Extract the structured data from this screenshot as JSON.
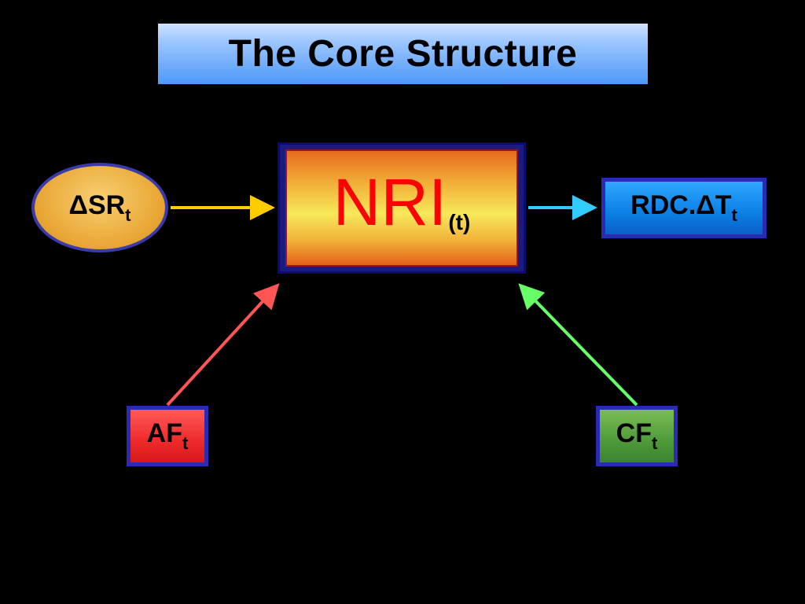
{
  "slide": {
    "title": "The Core Structure"
  },
  "center_node": {
    "main": "NRI",
    "sub": "(t)"
  },
  "input_node": {
    "main": "ΔSR",
    "sub": "t"
  },
  "output_node": {
    "main": "RDC.ΔT",
    "sub": "t"
  },
  "left_node": {
    "main": "AF",
    "sub": "t"
  },
  "right_node": {
    "main": "CF",
    "sub": "t"
  },
  "colors": {
    "background": "#000000",
    "input_arrow": "#ffcc00",
    "output_arrow": "#33ccff",
    "left_arrow": "#ff5555",
    "right_arrow": "#66ff66",
    "nri_text": "#ff0000",
    "border": "#2a2ab4"
  }
}
